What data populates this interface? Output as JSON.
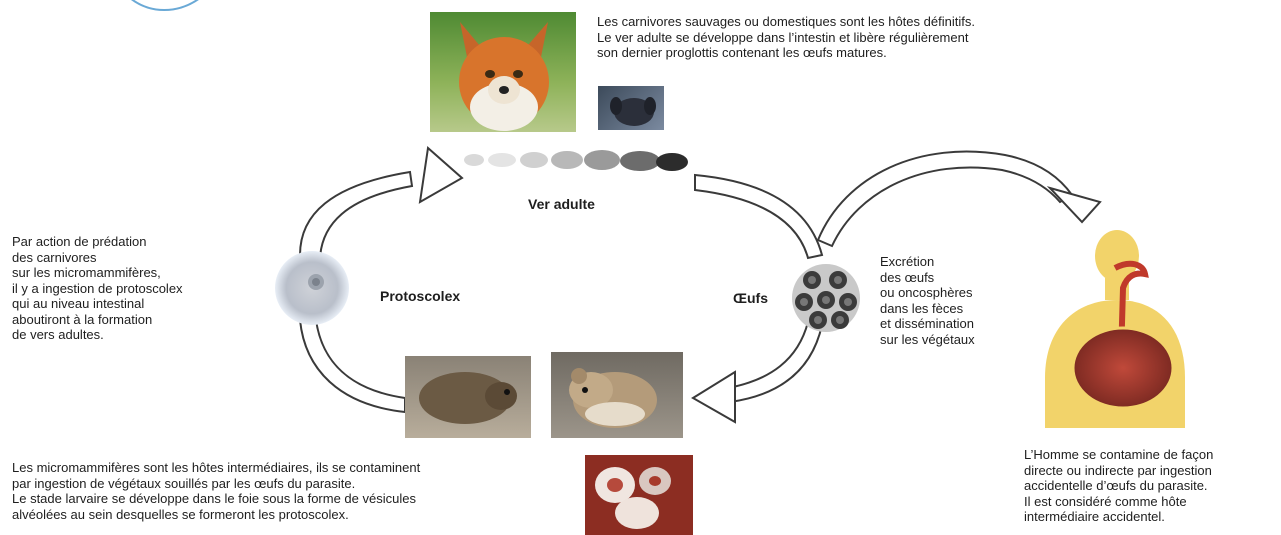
{
  "texts": {
    "top_description": "Les carnivores sauvages ou domestiques sont les hôtes définitifs.\nLe ver adulte se développe dans l’intestin et libère régulièrement\nson dernier proglottis contenant les œufs matures.",
    "left_description": "Par action de prédation\ndes carnivores\nsur les micromammifères,\nil y a ingestion de protoscolex\nqui au niveau intestinal\naboutiront à la formation\nde vers adultes.",
    "right_middle_description": "Excrétion\ndes œufs\nou oncosphères\ndans les fèces\net dissémination\nsur les végétaux",
    "bottom_description": "Les micromammifères sont les hôtes intermédiaires, ils se contaminent\npar ingestion de végétaux souillés par les œufs du parasite.\nLe stade larvaire se développe dans le foie sous la forme de vésicules\nalvéolées au sein desquelles se formeront les protoscolex.",
    "right_bottom_description": "L’Homme se contamine de façon\ndirecte ou indirecte par ingestion\naccidentelle d’œufs du parasite.\nIl est considéré comme hôte\nintermédiaire accidentel."
  },
  "labels": {
    "adult_worm": "Ver adulte",
    "protoscolex": "Protoscolex",
    "eggs": "Œufs"
  },
  "colors": {
    "arrow_fill": "#ffffff",
    "arrow_stroke": "#3a3a3a",
    "fox_orange": "#d8742c",
    "human_yellow": "#f2d36a",
    "liver_red": "#a7392a"
  }
}
